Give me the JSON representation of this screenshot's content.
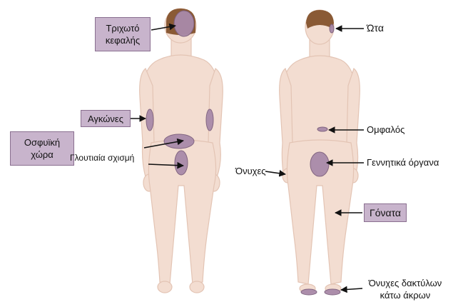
{
  "labels": {
    "scalp": "Τριχωτό κεφαλής",
    "elbows": "Αγκώνες",
    "lumbar": "Οσφυϊκή χώρα",
    "gluteal_cleft": "Γλουτιαία σχισμή",
    "ears": "Ώτα",
    "navel": "Ομφαλός",
    "genitals": "Γεννητικά όργανα",
    "nails": "Όνυχες",
    "knees": "Γόνατα",
    "toenails": "Όνυχες δακτύλων κάτω άκρων"
  },
  "colors": {
    "skin": "#f3ddd1",
    "skin_outline": "#e3c4b4",
    "hair": "#8a5a35",
    "lesion": "#a98aa9",
    "lesion_outline": "#7d607d",
    "label_box": "#c8b4cc",
    "arrow": "#111111"
  }
}
